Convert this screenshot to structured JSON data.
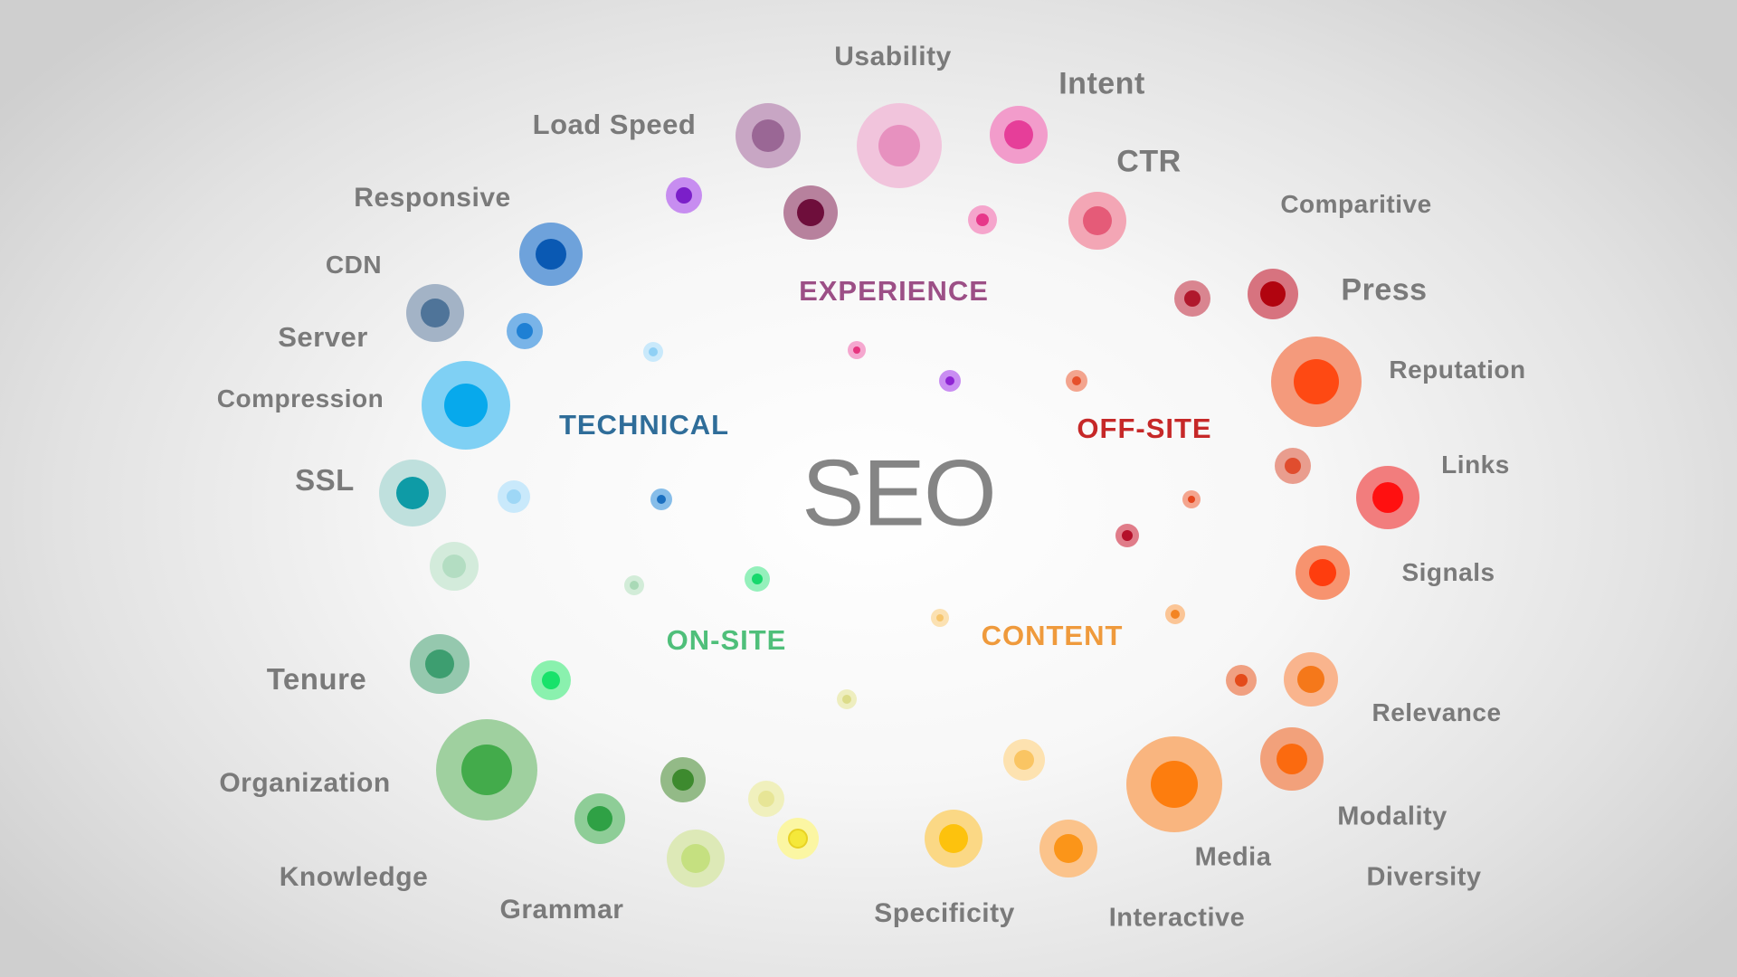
{
  "title": "SEO",
  "categories": [
    {
      "key": "experience",
      "label": "EXPERIENCE",
      "color": "#9c4f86"
    },
    {
      "key": "technical",
      "label": "TECHNICAL",
      "color": "#2f6d99"
    },
    {
      "key": "off_site",
      "label": "OFF-SITE",
      "color": "#c62828"
    },
    {
      "key": "on_site",
      "label": "ON-SITE",
      "color": "#4fbf7a"
    },
    {
      "key": "content",
      "label": "CONTENT",
      "color": "#ef9a3c"
    }
  ],
  "terms": [
    {
      "key": "usability",
      "label": "Usability",
      "category": "experience"
    },
    {
      "key": "intent",
      "label": "Intent",
      "category": "experience"
    },
    {
      "key": "load_speed",
      "label": "Load Speed",
      "category": "experience"
    },
    {
      "key": "ctr",
      "label": "CTR",
      "category": "experience"
    },
    {
      "key": "responsive",
      "label": "Responsive",
      "category": "technical"
    },
    {
      "key": "cdn",
      "label": "CDN",
      "category": "technical"
    },
    {
      "key": "server",
      "label": "Server",
      "category": "technical"
    },
    {
      "key": "compression",
      "label": "Compression",
      "category": "technical"
    },
    {
      "key": "ssl",
      "label": "SSL",
      "category": "technical"
    },
    {
      "key": "comparitive",
      "label": "Comparitive",
      "category": "off_site"
    },
    {
      "key": "press",
      "label": "Press",
      "category": "off_site"
    },
    {
      "key": "reputation",
      "label": "Reputation",
      "category": "off_site"
    },
    {
      "key": "links",
      "label": "Links",
      "category": "off_site"
    },
    {
      "key": "signals",
      "label": "Signals",
      "category": "off_site"
    },
    {
      "key": "tenure",
      "label": "Tenure",
      "category": "on_site"
    },
    {
      "key": "organization",
      "label": "Organization",
      "category": "on_site"
    },
    {
      "key": "knowledge",
      "label": "Knowledge",
      "category": "on_site"
    },
    {
      "key": "grammar",
      "label": "Grammar",
      "category": "on_site"
    },
    {
      "key": "relevance",
      "label": "Relevance",
      "category": "content"
    },
    {
      "key": "modality",
      "label": "Modality",
      "category": "content"
    },
    {
      "key": "media",
      "label": "Media",
      "category": "content"
    },
    {
      "key": "diversity",
      "label": "Diversity",
      "category": "content"
    },
    {
      "key": "specificity",
      "label": "Specificity",
      "category": "content"
    },
    {
      "key": "interactive",
      "label": "Interactive",
      "category": "content"
    }
  ]
}
